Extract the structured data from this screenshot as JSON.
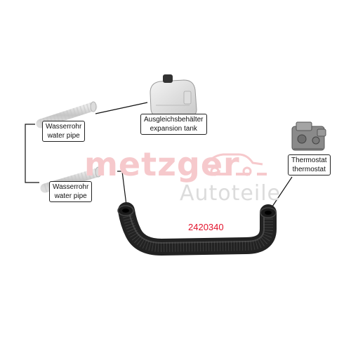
{
  "parts": {
    "expansion_tank": {
      "label_de": "Ausgleichsbehälter",
      "label_en": "expansion tank"
    },
    "water_pipe_top": {
      "label_de": "Wasserrohr",
      "label_en": "water pipe"
    },
    "water_pipe_bottom": {
      "label_de": "Wasserrohr",
      "label_en": "water pipe"
    },
    "thermostat": {
      "label_de": "Thermostat",
      "label_en": "thermostat"
    }
  },
  "part_number": "2420340",
  "watermark": {
    "brand": "metzger",
    "sub": "Autoteile"
  },
  "colors": {
    "accent": "#e3122b",
    "hose": "#2b2b2b",
    "pipe": "#c8c8c8"
  }
}
